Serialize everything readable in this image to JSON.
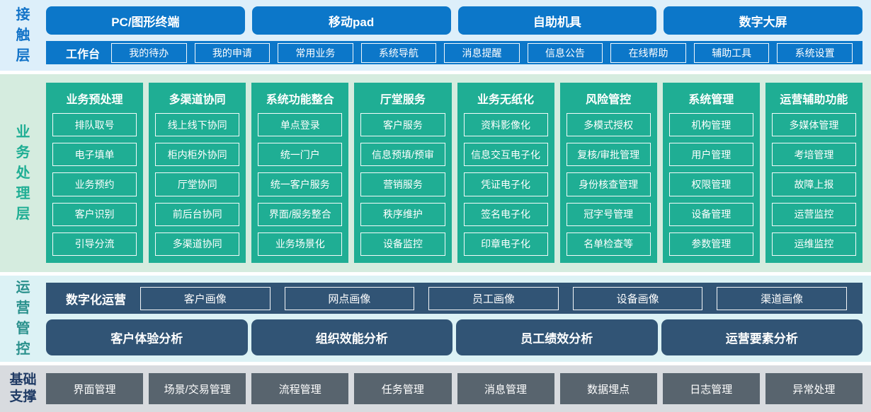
{
  "colors": {
    "blue": "#0c77c9",
    "green": "#1fae94",
    "navy": "#315475",
    "slate_gray": "#58646e",
    "contact_bg": "#ddeffa",
    "business_bg": "#d5ecdf",
    "operations_bg": "#dcf2f5",
    "foundation_bg": "#d8dbdf",
    "label_blue": "#1273c8",
    "label_green": "#1fae94",
    "label_teal": "#2b918d",
    "label_navy": "#1f3a64"
  },
  "layers": {
    "contact": {
      "label": "接触层",
      "channels": [
        "PC/图形终端",
        "移动pad",
        "自助机具",
        "数字大屏"
      ],
      "workbench": {
        "label": "工作台",
        "items": [
          "我的待办",
          "我的申请",
          "常用业务",
          "系统导航",
          "消息提醒",
          "信息公告",
          "在线帮助",
          "辅助工具",
          "系统设置"
        ]
      }
    },
    "business": {
      "label": "业务处理层",
      "columns": [
        {
          "title": "业务预处理",
          "items": [
            "排队取号",
            "电子填单",
            "业务预约",
            "客户识别",
            "引导分流"
          ]
        },
        {
          "title": "多渠道协同",
          "items": [
            "线上线下协同",
            "柜内柜外协同",
            "厅堂协同",
            "前后台协同",
            "多渠道协同"
          ]
        },
        {
          "title": "系统功能整合",
          "items": [
            "单点登录",
            "统一门户",
            "统一客户服务",
            "界面/服务整合",
            "业务场景化"
          ]
        },
        {
          "title": "厅堂服务",
          "items": [
            "客户服务",
            "信息预填/预审",
            "营销服务",
            "秩序维护",
            "设备监控"
          ]
        },
        {
          "title": "业务无纸化",
          "items": [
            "资料影像化",
            "信息交互电子化",
            "凭证电子化",
            "签名电子化",
            "印章电子化"
          ]
        },
        {
          "title": "风险管控",
          "items": [
            "多模式授权",
            "复核/审批管理",
            "身份核查管理",
            "冠字号管理",
            "名单检查等"
          ]
        },
        {
          "title": "系统管理",
          "items": [
            "机构管理",
            "用户管理",
            "权限管理",
            "设备管理",
            "参数管理"
          ]
        },
        {
          "title": "运营辅助功能",
          "items": [
            "多媒体管理",
            "考培管理",
            "故障上报",
            "运营监控",
            "运维监控"
          ]
        }
      ]
    },
    "operations": {
      "label": "运营管控",
      "digital": {
        "label": "数字化运营",
        "items": [
          "客户画像",
          "网点画像",
          "员工画像",
          "设备画像",
          "渠道画像"
        ]
      },
      "analysis": [
        "客户体验分析",
        "组织效能分析",
        "员工绩效分析",
        "运营要素分析"
      ]
    },
    "foundation": {
      "label": "基础支撑",
      "items": [
        "界面管理",
        "场景/交易管理",
        "流程管理",
        "任务管理",
        "消息管理",
        "数据埋点",
        "日志管理",
        "异常处理"
      ]
    }
  }
}
